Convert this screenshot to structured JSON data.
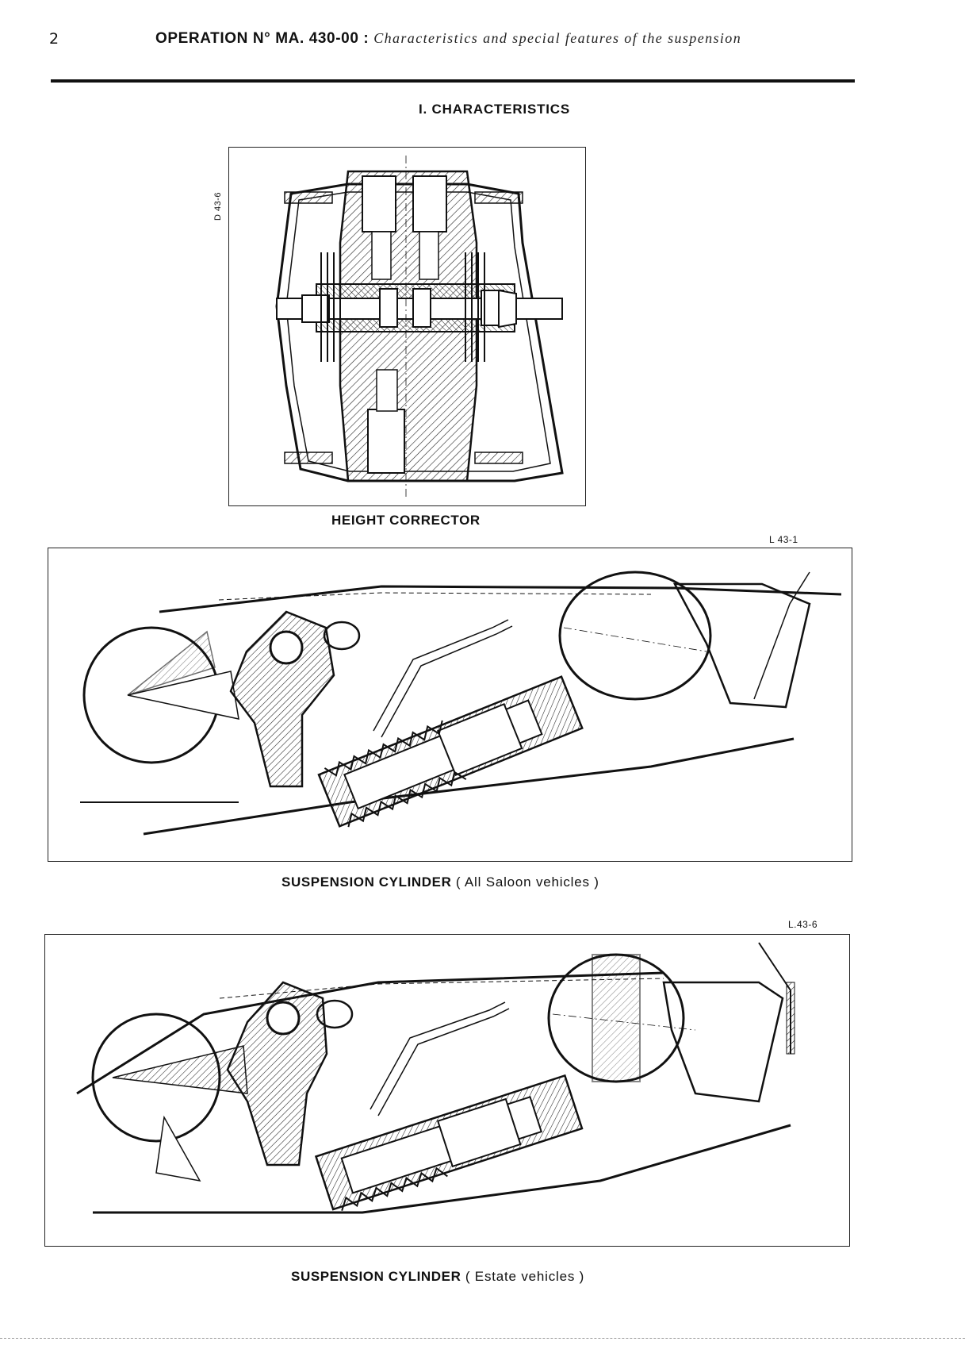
{
  "page": {
    "number": "2",
    "operation": "OPERATION N° MA. 430-00 :",
    "subtitle": "Characteristics and special features of the suspension"
  },
  "section": {
    "title": "I. CHARACTERISTICS"
  },
  "figures": [
    {
      "ref": "D 43-6",
      "caption": "HEIGHT CORRECTOR"
    },
    {
      "ref": "L 43-1",
      "caption_main": "SUSPENSION CYLINDER",
      "caption_detail": "( All Saloon vehicles )"
    },
    {
      "ref": "L.43-6",
      "caption_main": "SUSPENSION CYLINDER",
      "caption_detail": "( Estate vehicles )"
    }
  ],
  "colors": {
    "ink": "#111111",
    "paper": "#ffffff"
  }
}
